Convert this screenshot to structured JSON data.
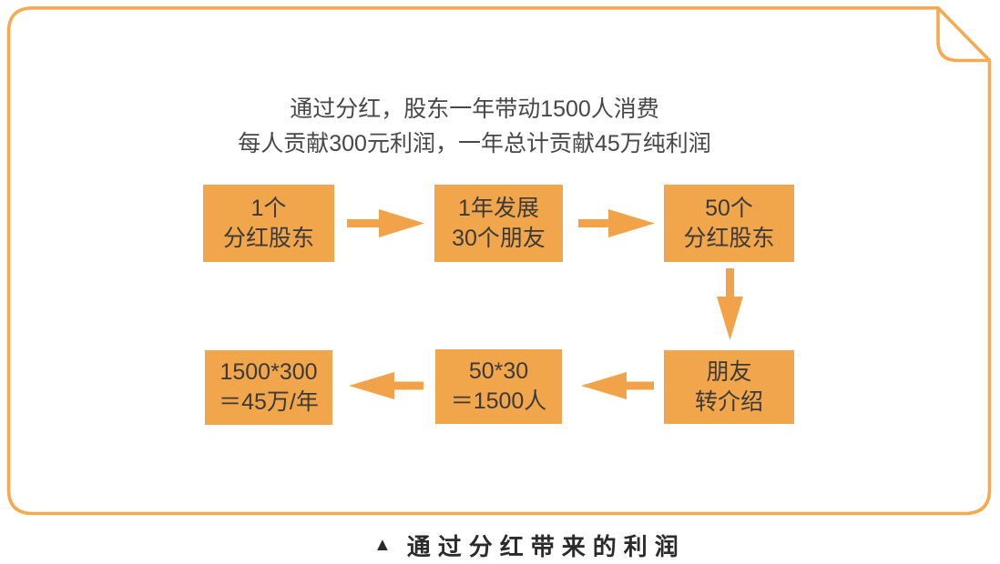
{
  "figure": {
    "description_lines": [
      "通过分红，股东一年带动1500人消费",
      "每人贡献300元利润，一年总计贡献45万纯利润"
    ],
    "flow_nodes": [
      {
        "name": "one-shareholder",
        "lines": [
          "1个",
          "分红股东"
        ]
      },
      {
        "name": "one-year-30-friends",
        "lines": [
          "1年发展",
          "30个朋友"
        ]
      },
      {
        "name": "fifty-shareholders",
        "lines": [
          "50个",
          "分红股东"
        ]
      },
      {
        "name": "friend-referral",
        "lines": [
          "朋友",
          "转介绍"
        ]
      },
      {
        "name": "calc-1500-people",
        "lines": [
          "50*30",
          "＝1500人"
        ]
      },
      {
        "name": "calc-450k-per-year",
        "lines": [
          "1500*300",
          "＝45万/年"
        ]
      }
    ],
    "arrow_flow": [
      "one-shareholder → one-year-30-friends",
      "one-year-30-friends → fifty-shareholders",
      "fifty-shareholders ↓ friend-referral",
      "friend-referral ← calc-1500-people",
      "calc-1500-people ← calc-450k-per-year"
    ]
  },
  "caption": {
    "marker": "▲",
    "text": "通过分红带来的利润"
  },
  "colors": {
    "box_orange": "#F2A64C",
    "arrow_orange": "#F2A349",
    "border_orange": "#F6A94E",
    "body_text": "#474747",
    "box_text": "#3A3A3A",
    "caption_text": "#2B2B2B"
  }
}
